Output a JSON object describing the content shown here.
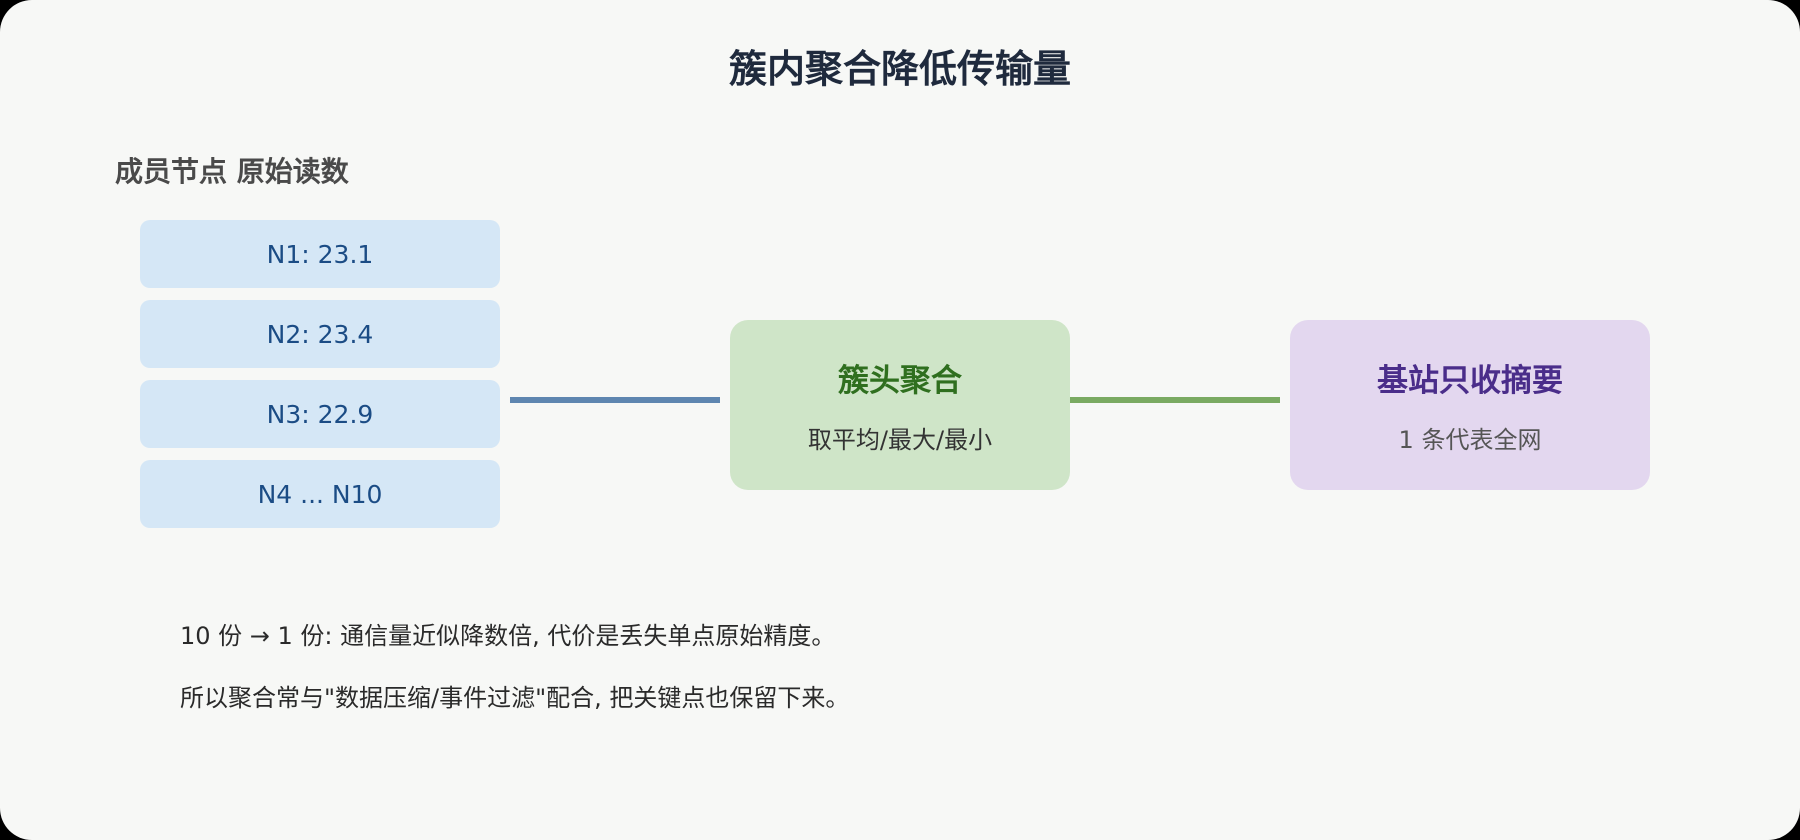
{
  "title": "簇内聚合降低传输量",
  "members": {
    "label": "成员节点 原始读数",
    "nodes": [
      "N1: 23.1",
      "N2: 23.4",
      "N3: 22.9",
      "N4 ... N10"
    ]
  },
  "cluster_head": {
    "title": "簇头聚合",
    "subtitle": "取平均/最大/最小"
  },
  "base_station": {
    "title": "基站只收摘要",
    "subtitle": "1 条代表全网"
  },
  "notes": [
    "10 份 → 1 份: 通信量近似降数倍, 代价是丢失单点原始精度。",
    "所以聚合常与\"数据压缩/事件过滤\"配合, 把关键点也保留下来。"
  ],
  "colors": {
    "background": "#f7f8f6",
    "member_fill": "#d5e7f6",
    "member_text": "#1b4c85",
    "link_member_to_head": "#5e86b0",
    "head_fill": "#cfe5c8",
    "head_title": "#2f6f1f",
    "link_head_to_base": "#7aaa62",
    "base_fill": "#e3d7ef",
    "base_title": "#4a2d8a"
  }
}
